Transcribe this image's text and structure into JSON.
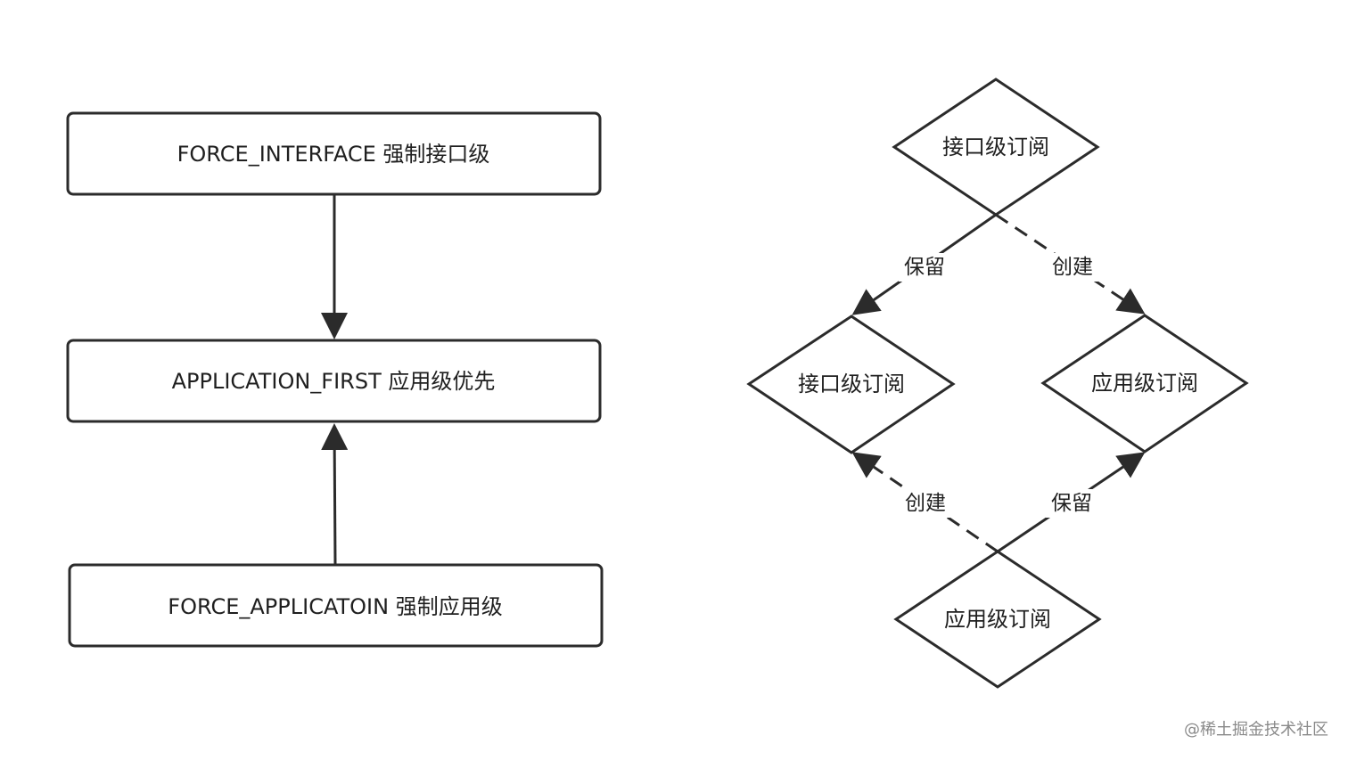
{
  "left_flow": {
    "boxes": [
      {
        "id": "force-interface",
        "label": "FORCE_INTERFACE 强制接口级"
      },
      {
        "id": "application-first",
        "label": "APPLICATION_FIRST 应用级优先"
      },
      {
        "id": "force-application",
        "label": "FORCE_APPLICATOIN 强制应用级"
      }
    ]
  },
  "right_flow": {
    "diamonds": [
      {
        "id": "top",
        "label": "接口级订阅"
      },
      {
        "id": "left",
        "label": "接口级订阅"
      },
      {
        "id": "right",
        "label": "应用级订阅"
      },
      {
        "id": "bottom",
        "label": "应用级订阅"
      }
    ],
    "edges": [
      {
        "id": "top-to-left",
        "label": "保留",
        "style": "solid"
      },
      {
        "id": "top-to-right",
        "label": "创建",
        "style": "dashed"
      },
      {
        "id": "bottom-to-left",
        "label": "创建",
        "style": "dashed"
      },
      {
        "id": "bottom-to-right",
        "label": "保留",
        "style": "solid"
      }
    ]
  },
  "watermark": "@稀土掘金技术社区",
  "colors": {
    "stroke": "#2b2b2b",
    "text": "#1f1f1f",
    "watermark": "#8a8a8a",
    "background": "#ffffff"
  }
}
